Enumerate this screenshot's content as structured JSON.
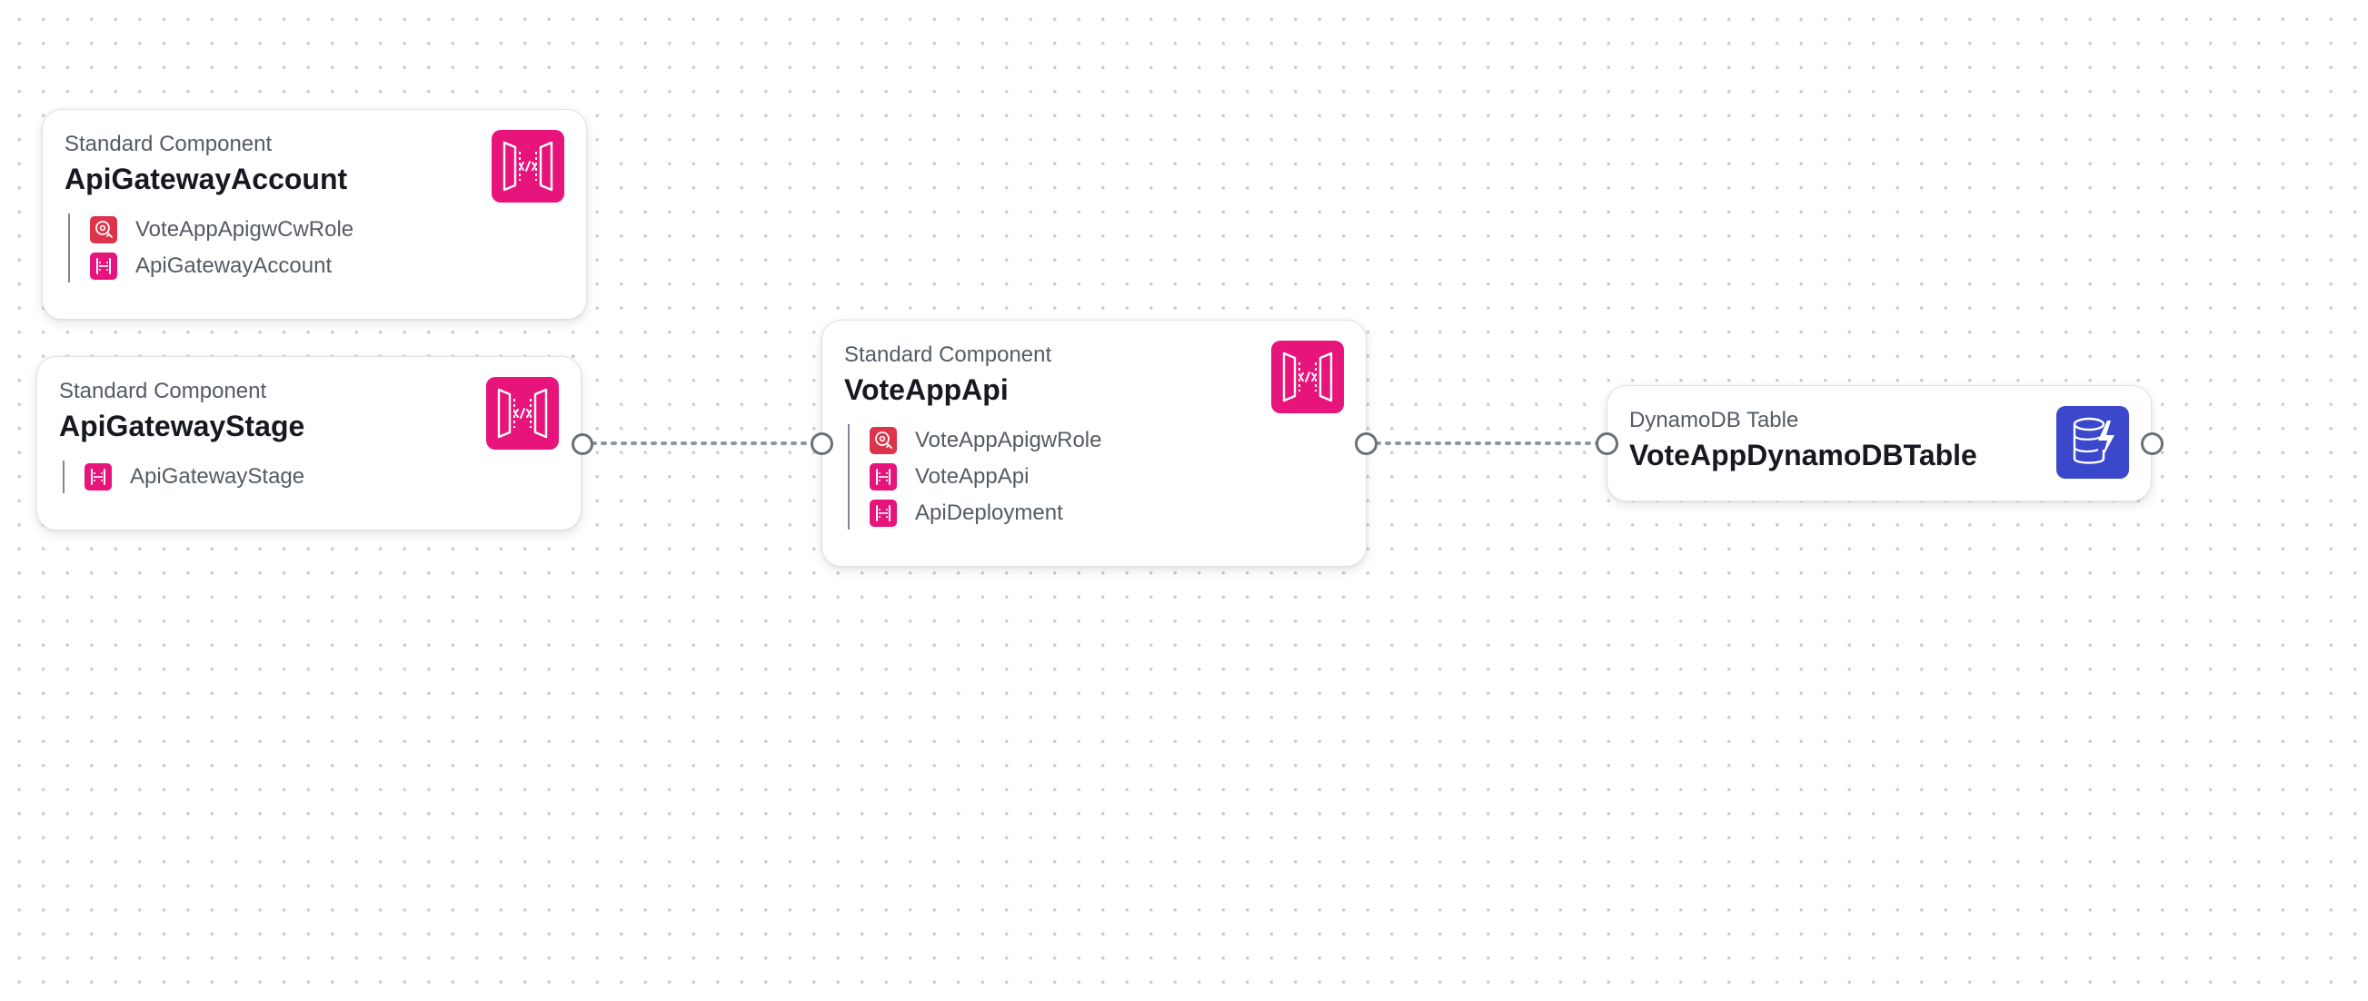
{
  "colors": {
    "api_gateway": "#e7157b",
    "iam": "#dd344c",
    "dynamodb": "#3b48cc",
    "edge": "#8d96a0"
  },
  "nodes": {
    "apigw_account": {
      "type": "Standard Component",
      "title": "ApiGatewayAccount",
      "icon": "api-gateway-icon",
      "resources": [
        {
          "label": "VoteAppApigwCwRole",
          "icon": "iam-role-icon"
        },
        {
          "label": "ApiGatewayAccount",
          "icon": "api-gateway-resource-icon"
        }
      ]
    },
    "apigw_stage": {
      "type": "Standard Component",
      "title": "ApiGatewayStage",
      "icon": "api-gateway-icon",
      "resources": [
        {
          "label": "ApiGatewayStage",
          "icon": "api-gateway-resource-icon"
        }
      ]
    },
    "vote_app_api": {
      "type": "Standard Component",
      "title": "VoteAppApi",
      "icon": "api-gateway-icon",
      "resources": [
        {
          "label": "VoteAppApigwRole",
          "icon": "iam-role-icon"
        },
        {
          "label": "VoteAppApi",
          "icon": "api-gateway-resource-icon"
        },
        {
          "label": "ApiDeployment",
          "icon": "api-gateway-resource-icon"
        }
      ]
    },
    "dynamodb_table": {
      "type": "DynamoDB Table",
      "title": "VoteAppDynamoDBTable",
      "icon": "dynamodb-icon",
      "resources": []
    }
  },
  "edges": [
    {
      "from": "apigw_stage",
      "to": "vote_app_api",
      "style": "dotted"
    },
    {
      "from": "vote_app_api",
      "to": "dynamodb_table",
      "style": "dotted"
    }
  ]
}
